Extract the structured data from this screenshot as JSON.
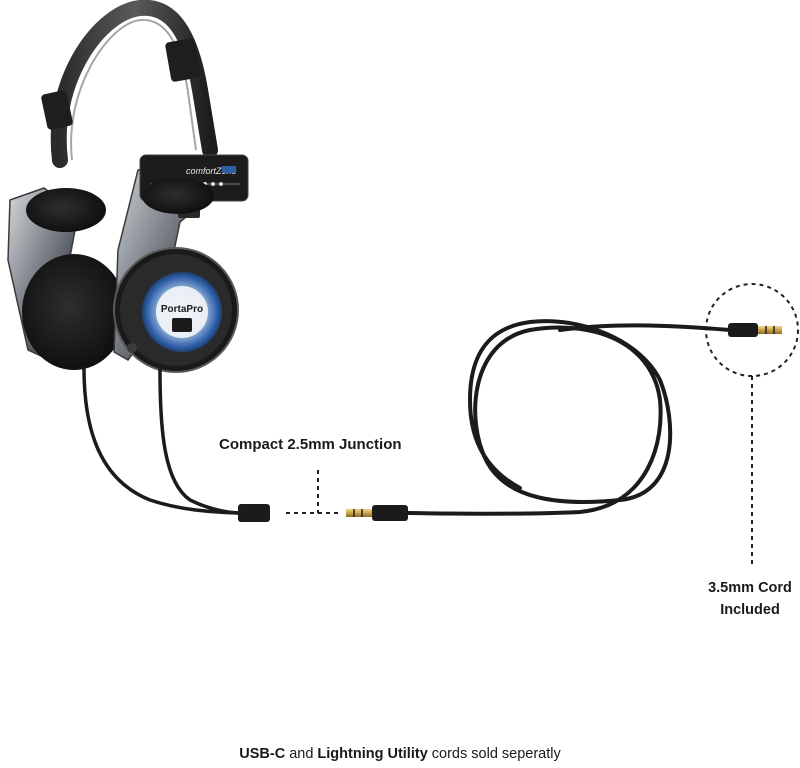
{
  "product": {
    "headband_branding": "comfortZone",
    "earcup_branding": "PortaPro"
  },
  "callouts": {
    "junction": "Compact 2.5mm Junction",
    "cord_line1": "3.5mm Cord",
    "cord_line2": "Included"
  },
  "footer": {
    "part1": "USB-C",
    "part2": " and ",
    "part3": "Lightning Utility",
    "part4": " cords sold seperatly"
  },
  "colors": {
    "background": "#ffffff",
    "text": "#1a1a1a",
    "cable": "#1b1b1b",
    "earcup_accent": "#2f5fa8",
    "plug_gold": "#c9a24a"
  }
}
